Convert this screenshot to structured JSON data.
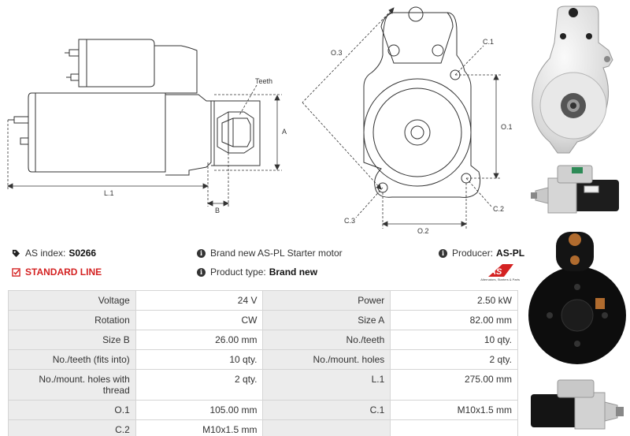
{
  "drawing": {
    "labels": {
      "teeth": "Teeth",
      "a": "A",
      "b": "B",
      "l1": "L.1",
      "o3": "O.3",
      "c1": "C.1",
      "o1": "O.1",
      "c2": "C.2",
      "c3": "C.3",
      "o2": "O.2"
    }
  },
  "info": {
    "as_index_label": "AS index:",
    "as_index_value": "S0266",
    "standard_line": "STANDARD LINE",
    "description": "Brand new AS-PL Starter motor",
    "product_type_label": "Product type:",
    "product_type_value": "Brand new",
    "producer_label": "Producer:",
    "producer_value": "AS-PL"
  },
  "logo": {
    "mark": "AS",
    "tagline": "Alternators, Starters & Parts"
  },
  "specs": [
    [
      "Voltage",
      "24 V",
      "Power",
      "2.50 kW"
    ],
    [
      "Rotation",
      "CW",
      "Size A",
      "82.00 mm"
    ],
    [
      "Size B",
      "26.00 mm",
      "No./teeth",
      "10 qty."
    ],
    [
      "No./teeth (fits into)",
      "10 qty.",
      "No./mount. holes",
      "2 qty."
    ],
    [
      "No./mount. holes with thread",
      "2 qty.",
      "L.1",
      "275.00 mm"
    ],
    [
      "O.1",
      "105.00 mm",
      "C.1",
      "M10x1.5 mm"
    ],
    [
      "C.2",
      "M10x1.5 mm",
      "",
      ""
    ]
  ],
  "colors": {
    "accent_red": "#d42222",
    "label_bg": "#ececec",
    "border": "#d5d5d5"
  },
  "icons": {
    "tag": "tag-icon",
    "check": "check-square-icon",
    "info": "info-circle-icon"
  }
}
